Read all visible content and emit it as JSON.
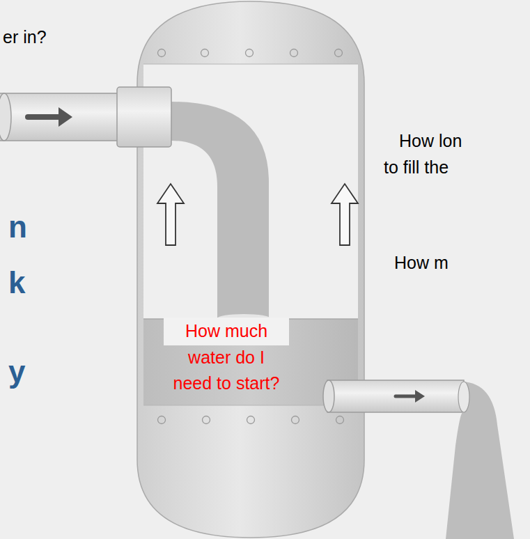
{
  "diagram": {
    "labels": [
      "er in?",
      "n",
      "k",
      "y",
      "How lon",
      "to fill the",
      "How much water do I need to start?",
      "How m"
    ]
  }
}
